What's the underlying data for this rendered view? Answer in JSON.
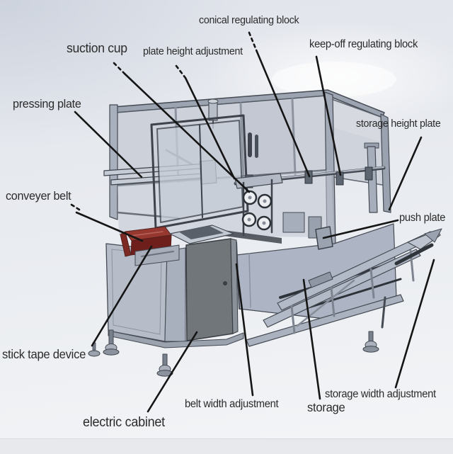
{
  "diagram": {
    "labels": {
      "conical_regulating_block": "conical regulating block",
      "suction_cup": "suction cup",
      "plate_height_adjustment": "plate height adjustment",
      "keep_off_regulating_block": "keep-off regulating block",
      "pressing_plate": "pressing plate",
      "storage_height_plate": "storage height plate",
      "conveyer_belt": "conveyer belt",
      "push_plate": "push plate",
      "stick_tape_device": "stick tape device",
      "electric_cabinet": "electric cabinet",
      "belt_width_adjustment": "belt width adjustment",
      "storage": "storage",
      "storage_width_adjustment": "storage width adjustment"
    },
    "colors": {
      "label_text": "#2b2b2b",
      "leader_line": "#151515",
      "machine_panel": "#b6bdc9",
      "machine_glass": "#cbd0d9",
      "frame_dark": "#454a53",
      "accent_red": "#96382f",
      "cabinet_door": "#71767b",
      "background_top": "#e1e4eb",
      "background_bottom": "#f4f5f7"
    }
  }
}
